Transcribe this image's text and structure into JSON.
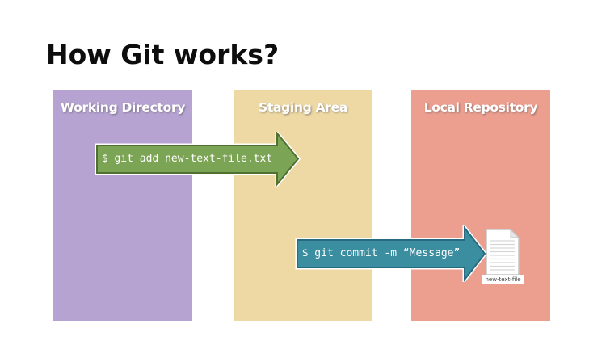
{
  "title": "How Git works?",
  "columns": [
    {
      "label": "Working Directory",
      "color": "#b6a3d2"
    },
    {
      "label": "Staging Area",
      "color": "#eed9a4"
    },
    {
      "label": "Local Repository",
      "color": "#ec9e8f"
    }
  ],
  "arrows": [
    {
      "command": "$ git add new-text-file.txt",
      "fill": "#7ca455",
      "border": "#4f7030",
      "outline": "#ffffff",
      "text_color": "#ffffff"
    },
    {
      "command": "$ git commit -m “Message”",
      "fill": "#3b8ea0",
      "border": "#266b80",
      "outline": "#ffffff",
      "text_color": "#ffffff"
    }
  ],
  "file_icon": {
    "icon": "text-document-icon",
    "label": "new-text-file"
  }
}
